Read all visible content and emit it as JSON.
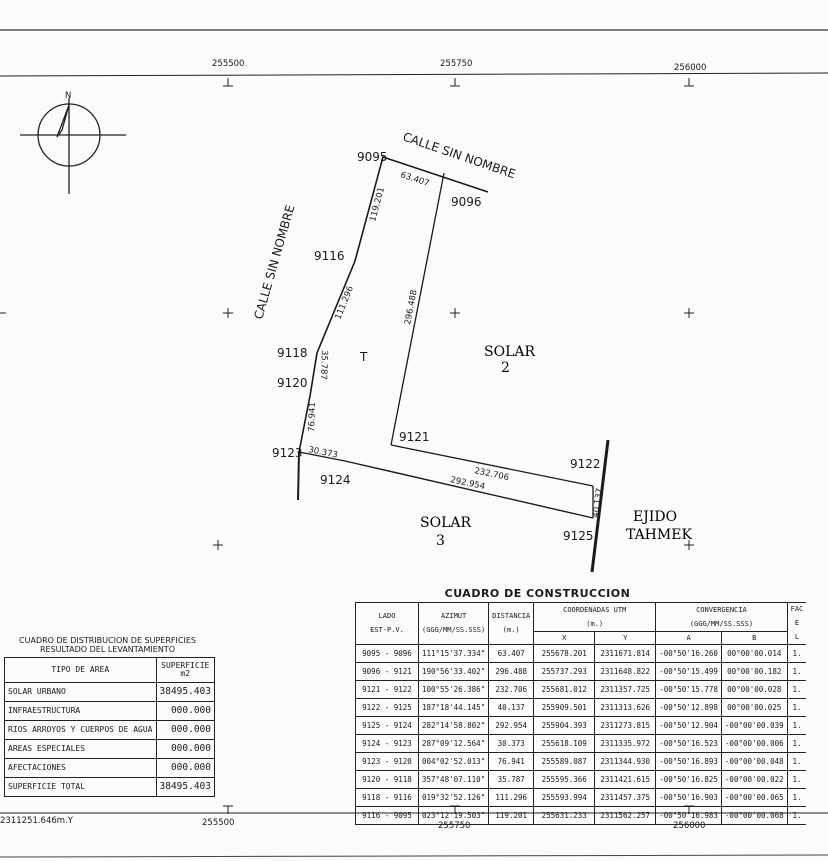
{
  "grid": {
    "x_top": [
      "255500",
      "255750",
      "256000"
    ],
    "x_bottom": [
      "255500",
      "255750",
      "256000"
    ],
    "corner_label": "2311251.646m.Y"
  },
  "north_label": "N",
  "vertices": {
    "v9095": "9095",
    "v9096": "9096",
    "v9116": "9116",
    "v9118": "9118",
    "v9120": "9120",
    "v9121": "9121",
    "v9122": "9122",
    "v9123": "9123",
    "v9124": "9124",
    "v9125": "9125"
  },
  "distances": {
    "d1": "63.407",
    "d2": "119.201",
    "d3": "111.296",
    "d4": "296.488",
    "d5": "35.787",
    "d6": "76.941",
    "d7": "30.373",
    "d8": "232.706",
    "d9": "292.954",
    "d10": "40.137"
  },
  "labels": {
    "calle_top": "CALLE SIN NOMBRE",
    "calle_left": "CALLE SIN NOMBRE",
    "t_mark": "T",
    "solar2_a": "SOLAR",
    "solar2_b": "2",
    "solar3_a": "SOLAR",
    "solar3_b": "3",
    "ejido_a": "EJIDO",
    "ejido_b": "TAHMEK"
  },
  "dist_table": {
    "title_line1": "CUADRO DE DISTRIBUCION DE SUPERFICIES",
    "title_line2": "RESULTADO DEL LEVANTAMIENTO",
    "col1": "TIPO DE AREA",
    "col2_a": "SUPERFICIE",
    "col2_b": "m2",
    "rows": [
      {
        "tipo": "SOLAR URBANO",
        "sup": "38495.403"
      },
      {
        "tipo": "INFRAESTRUCTURA",
        "sup": "000.000"
      },
      {
        "tipo": "RIOS ARROYOS Y CUERPOS DE AGUA",
        "sup": "000.000"
      },
      {
        "tipo": "AREAS ESPECIALES",
        "sup": "000.000"
      },
      {
        "tipo": "AFECTACIONES",
        "sup": "000.000"
      },
      {
        "tipo": "SUPERFICIE TOTAL",
        "sup": "38495.403"
      }
    ]
  },
  "cons_table": {
    "title": "CUADRO DE CONSTRUCCION",
    "h_lado_a": "LADO",
    "h_lado_b": "EST-P.V.",
    "h_azimut_a": "AZIMUT",
    "h_azimut_b": "(GGG/MM/SS.SSS)",
    "h_dist_a": "DISTANCIA",
    "h_dist_b": "(m.)",
    "h_coord_a": "COORDENADAS UTM",
    "h_coord_b": "(m.)",
    "h_x": "X",
    "h_y": "Y",
    "h_conv_a": "CONVERGENCIA",
    "h_conv_b": "(GGG/MM/SS.SSS)",
    "h_a": "A",
    "h_b": "B",
    "h_fac_a": "FAC",
    "h_fac_b": "E",
    "h_fac_c": "L",
    "rows": [
      {
        "lado": "9095 - 9096",
        "az": "111°15'37.334\"",
        "dist": "63.407",
        "x": "255678.201",
        "y": "2311671.814",
        "a": "-00°50'16.260",
        "b": "00°00'00.014",
        "f": "1."
      },
      {
        "lado": "9096 - 9121",
        "az": "190°56'33.402\"",
        "dist": "296.488",
        "x": "255737.293",
        "y": "2311648.822",
        "a": "-00°50'15.499",
        "b": "00°00'00.182",
        "f": "1."
      },
      {
        "lado": "9121 - 9122",
        "az": "100°55'26.386\"",
        "dist": "232.706",
        "x": "255681.012",
        "y": "2311357.725",
        "a": "-00°50'15.778",
        "b": "00°00'00.028",
        "f": "1."
      },
      {
        "lado": "9122 - 9125",
        "az": "187°18'44.145\"",
        "dist": "40.137",
        "x": "255909.501",
        "y": "2311313.626",
        "a": "-00°50'12.898",
        "b": "00°00'00.025",
        "f": "1."
      },
      {
        "lado": "9125 - 9124",
        "az": "282°14'58.802\"",
        "dist": "292.954",
        "x": "255904.393",
        "y": "2311273.815",
        "a": "-00°50'12.904",
        "b": "-00°00'00.039",
        "f": "1."
      },
      {
        "lado": "9124 - 9123",
        "az": "287°09'12.564\"",
        "dist": "30.373",
        "x": "255618.109",
        "y": "2311335.972",
        "a": "-00°50'16.523",
        "b": "-00°00'00.006",
        "f": "1."
      },
      {
        "lado": "9123 - 9120",
        "az": "004°02'52.013\"",
        "dist": "76.941",
        "x": "255589.087",
        "y": "2311344.930",
        "a": "-00°50'16.893",
        "b": "-00°00'00.048",
        "f": "1."
      },
      {
        "lado": "9120 - 9118",
        "az": "357°48'07.110\"",
        "dist": "35.787",
        "x": "255595.366",
        "y": "2311421.615",
        "a": "-00°50'16.825",
        "b": "-00°00'00.022",
        "f": "1."
      },
      {
        "lado": "9118 - 9116",
        "az": "019°32'52.126\"",
        "dist": "111.296",
        "x": "255593.994",
        "y": "2311457.375",
        "a": "-00°50'16.903",
        "b": "-00°00'00.065",
        "f": "1."
      },
      {
        "lado": "9116 - 9095",
        "az": "023°12'19.503\"",
        "dist": "119.201",
        "x": "255631.233",
        "y": "2311562.257",
        "a": "-00°50'16.983",
        "b": "-00°00'00.068",
        "f": "1."
      }
    ]
  }
}
